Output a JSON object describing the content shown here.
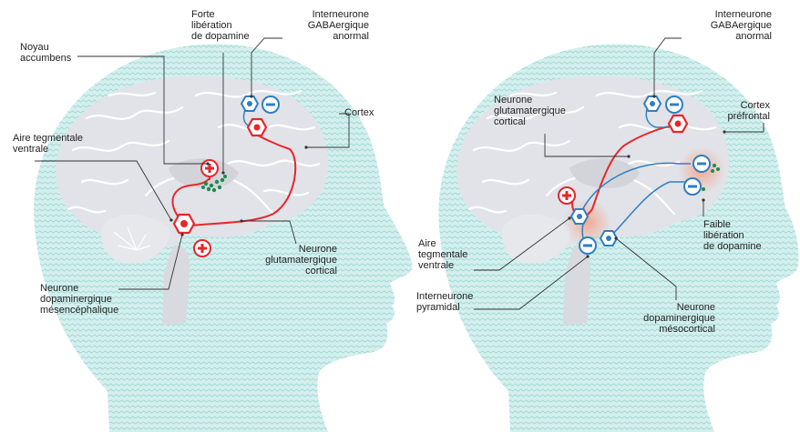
{
  "colors": {
    "background": "#ffffff",
    "head_fill": "#cfeceb",
    "head_hatch": "#8fd3cf",
    "brain_fill": "#e1e3e8",
    "brain_sulci": "#ffffff",
    "excitatory_path": "#e8262b",
    "inhibitory_path": "#2f7fc1",
    "dopamine_dots": "#1f8a4c",
    "reduced_release_glow": "#f6b7a3",
    "leader_line": "#333333"
  },
  "left_panel": {
    "labels": {
      "noyau_accumbens": [
        "Noyau",
        "accumbens"
      ],
      "forte_liberation": [
        "Forte",
        "libération",
        "de dopamine"
      ],
      "interneurone_gaba": [
        "Interneurone",
        "GABAergique",
        "anormal"
      ],
      "aire_tegmentale": [
        "Aire tegmentale",
        "ventrale"
      ],
      "cortex": [
        "Cortex"
      ],
      "neurone_glutamatergique": [
        "Neurone",
        "glutamatergique",
        "cortical"
      ],
      "neurone_dopaminergique": [
        "Neurone",
        "dopaminergique",
        "mésencéphalique"
      ]
    },
    "icons": [
      "plus-icon",
      "plus-icon",
      "minus-icon",
      "neuron-hexagon-icon",
      "neuron-hexagon-icon",
      "neuron-hexagon-icon"
    ]
  },
  "right_panel": {
    "labels": {
      "interneurone_gaba": [
        "Interneurone",
        "GABAergique",
        "anormal"
      ],
      "neurone_glutamatergique": [
        "Neurone",
        "glutamatergique",
        "cortical"
      ],
      "cortex_prefrontal": [
        "Cortex",
        "préfrontal"
      ],
      "aire_tegmentale": [
        "Aire",
        "tegmentale",
        "ventrale"
      ],
      "faible_liberation": [
        "Faible",
        "libération",
        "de dopamine"
      ],
      "interneurone_pyramidal": [
        "Interneurone",
        "pyramidal"
      ],
      "neurone_dopaminergique": [
        "Neurone",
        "dopaminergique",
        "mésocortical"
      ]
    },
    "icons": [
      "plus-icon",
      "minus-icon",
      "minus-icon",
      "minus-icon",
      "minus-icon",
      "neuron-hexagon-icon",
      "neuron-hexagon-icon",
      "neuron-hexagon-icon",
      "neuron-hexagon-icon"
    ]
  }
}
